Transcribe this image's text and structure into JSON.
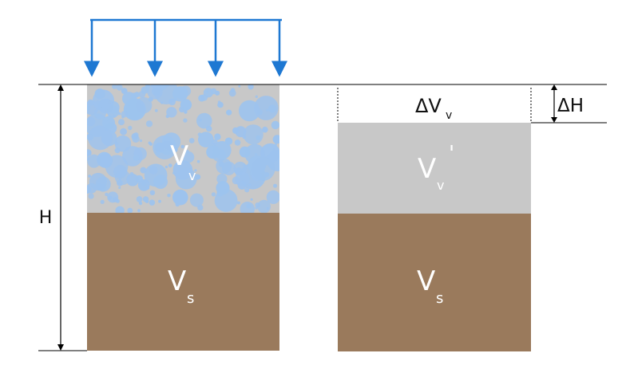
{
  "colors": {
    "void_gray": "#c8c8c8",
    "soil_brown": "#9a7a5c",
    "water_blue": "#9dc3ee",
    "load_arrow": "#1e78d2",
    "line": "#000000"
  },
  "labels": {
    "height": "H",
    "delta_height": "ΔH",
    "void_volume_main": "V",
    "void_volume_sub": "v",
    "void_volume_after_main": "V",
    "void_volume_after_sub": "v",
    "void_volume_after_prime": "'",
    "solid_volume_main": "V",
    "solid_volume_sub": "s",
    "solid_volume_after_main": "V",
    "solid_volume_after_sub": "s",
    "delta_void_main": "ΔV",
    "delta_void_sub": "v"
  },
  "icons": {
    "load": "downward-load-arrows",
    "water": "pore-water-bubbles"
  }
}
